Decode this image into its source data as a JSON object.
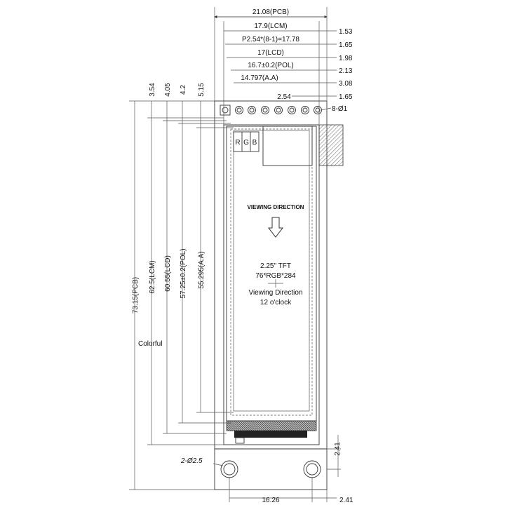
{
  "top_dims": [
    {
      "label": "21.08(PCB)",
      "right": ""
    },
    {
      "label": "17.9(LCM)",
      "right": "1.53"
    },
    {
      "label": "P2.54*(8-1)=17.78",
      "right": "1.65"
    },
    {
      "label": "17(LCD)",
      "right": "1.98"
    },
    {
      "label": "16.7±0.2(POL)",
      "right": "2.13"
    },
    {
      "label": "14.797(A.A)",
      "right": "3.08"
    },
    {
      "label": "2.54",
      "right": "1.65"
    }
  ],
  "left_dims": [
    "73.15(PCB)",
    "62.5(LCM)",
    "60.55(LCD)",
    "57.25±0.2(POL)",
    "55.295(A.A)"
  ],
  "left_top_offsets": [
    "3.54",
    "4.05",
    "4.2",
    "5.15"
  ],
  "pin_holes_label": "8-Ø1",
  "mount_holes_label": "2-Ø2.5",
  "bottom_dims": {
    "width": "16.26",
    "right": "2.41",
    "side": "2.41"
  },
  "rgb_labels": [
    "R",
    "G",
    "B"
  ],
  "colorful_label": "Colorful",
  "center_text": {
    "viewing": "VIEWING DIRECTION",
    "model": "2.25\" TFT",
    "resolution": "76*RGB*284",
    "direction": "Viewing Direction",
    "clock": "12 o'clock"
  },
  "colors": {
    "line": "#333333",
    "hatch": "#666666",
    "paper": "#ffffff"
  }
}
